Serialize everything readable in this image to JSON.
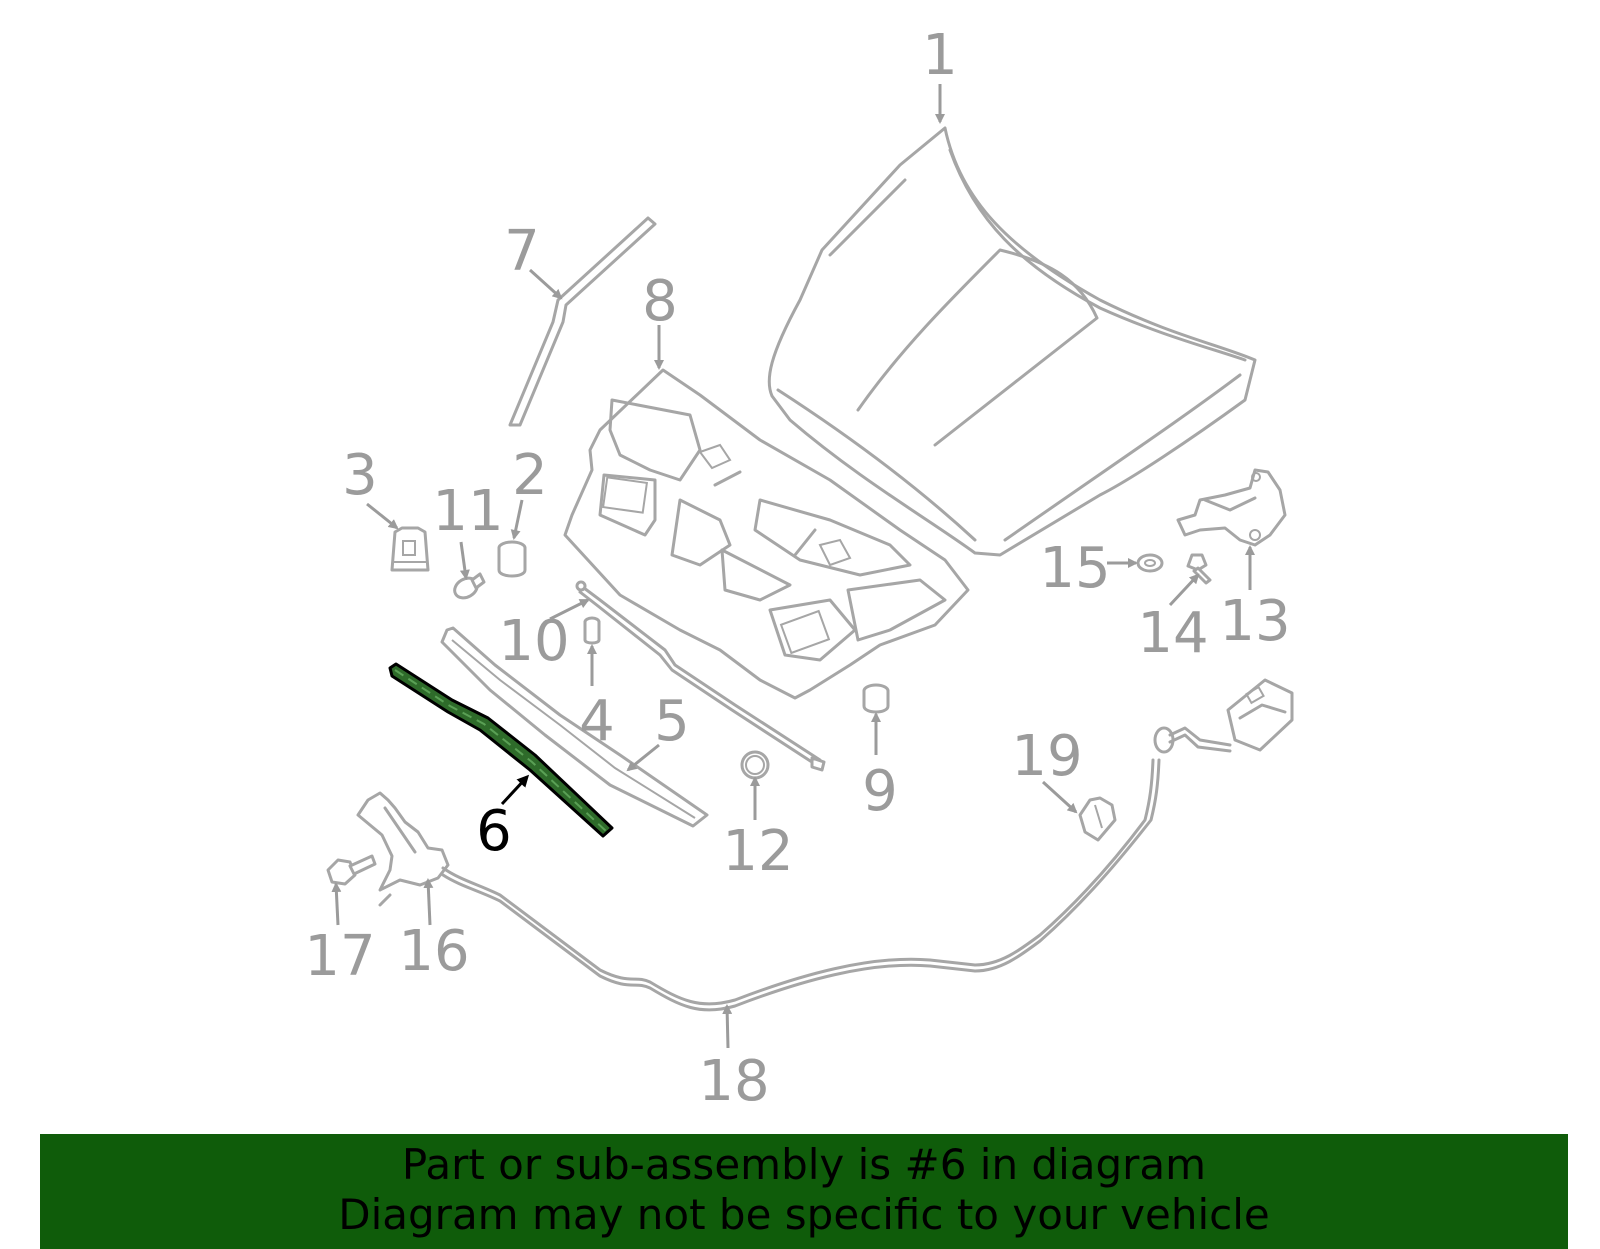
{
  "callouts": [
    {
      "id": "1",
      "label": "1"
    },
    {
      "id": "2",
      "label": "2"
    },
    {
      "id": "3",
      "label": "3"
    },
    {
      "id": "4",
      "label": "4"
    },
    {
      "id": "5",
      "label": "5"
    },
    {
      "id": "6",
      "label": "6",
      "highlighted": true
    },
    {
      "id": "7",
      "label": "7"
    },
    {
      "id": "8",
      "label": "8"
    },
    {
      "id": "9",
      "label": "9"
    },
    {
      "id": "10",
      "label": "10"
    },
    {
      "id": "11",
      "label": "11"
    },
    {
      "id": "12",
      "label": "12"
    },
    {
      "id": "13",
      "label": "13"
    },
    {
      "id": "14",
      "label": "14"
    },
    {
      "id": "15",
      "label": "15"
    },
    {
      "id": "16",
      "label": "16"
    },
    {
      "id": "17",
      "label": "17"
    },
    {
      "id": "18",
      "label": "18"
    },
    {
      "id": "19",
      "label": "19"
    }
  ],
  "banner": {
    "line1": "Part or sub-assembly is #6 in diagram",
    "line2": "Diagram may not be specific to your vehicle"
  },
  "colors": {
    "banner_bg": "#0f5c0a",
    "part_stroke": "#a6a6a6",
    "label_gray": "#9b9b9b",
    "highlight": "#000000",
    "highlight_fill": "#2e6b2a"
  }
}
